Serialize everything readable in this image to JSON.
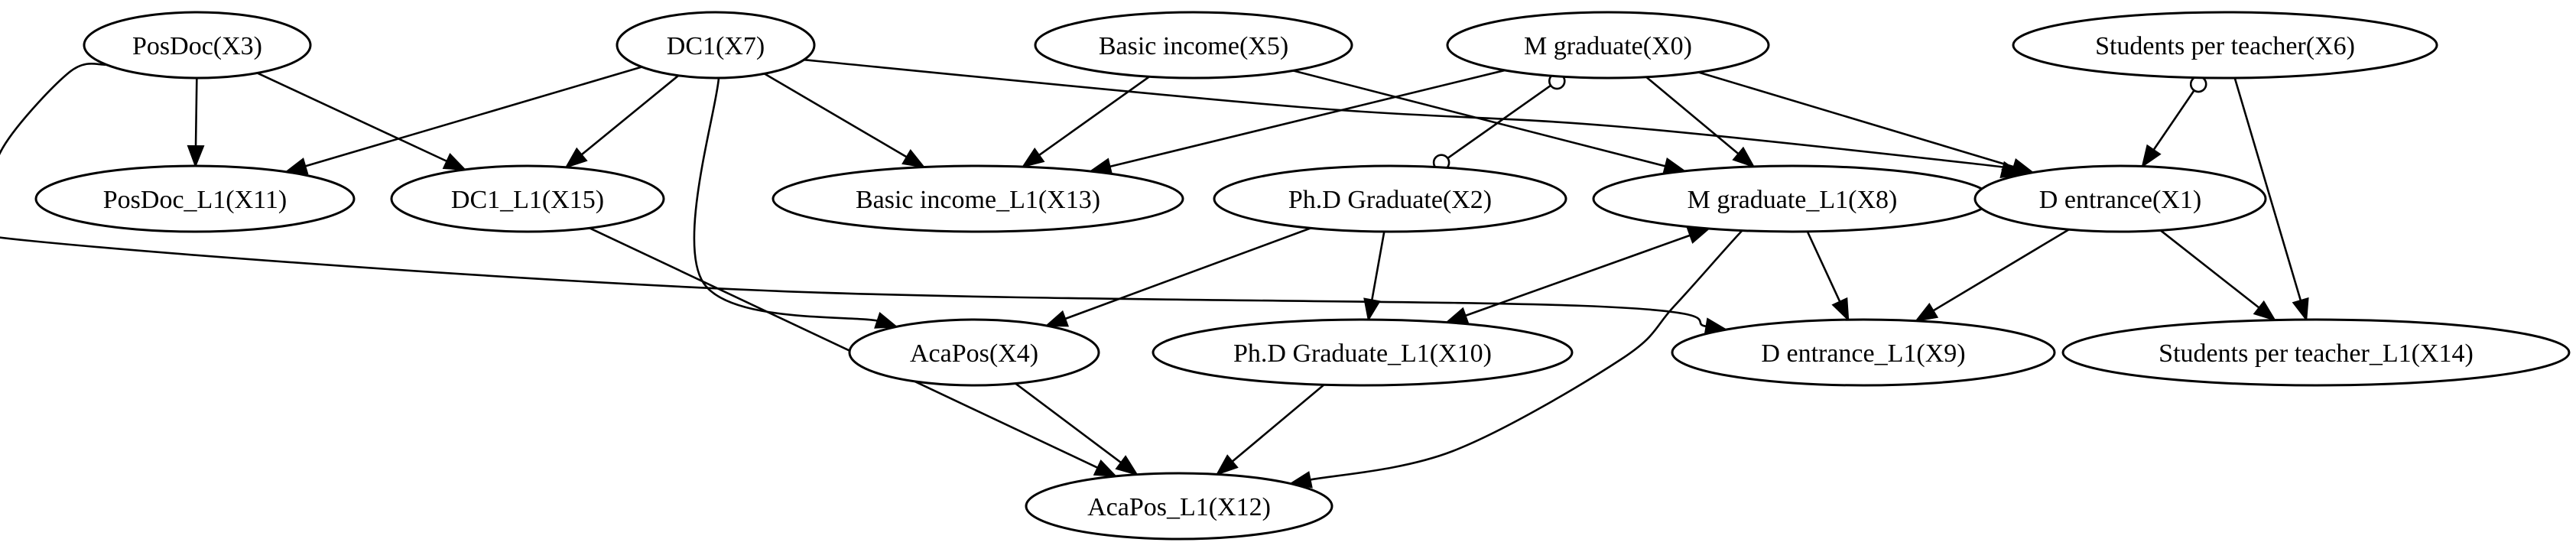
{
  "diagram": {
    "colors": {
      "stroke": "#000000",
      "fill": "#ffffff",
      "text": "#000000"
    },
    "nodes": [
      {
        "id": "X3",
        "label": "PosDoc(X3)"
      },
      {
        "id": "X7",
        "label": "DC1(X7)"
      },
      {
        "id": "X5",
        "label": "Basic income(X5)"
      },
      {
        "id": "X0",
        "label": "M graduate(X0)"
      },
      {
        "id": "X6",
        "label": "Students per teacher(X6)"
      },
      {
        "id": "X11",
        "label": "PosDoc_L1(X11)"
      },
      {
        "id": "X15",
        "label": "DC1_L1(X15)"
      },
      {
        "id": "X13",
        "label": "Basic income_L1(X13)"
      },
      {
        "id": "X2",
        "label": "Ph.D Graduate(X2)"
      },
      {
        "id": "X8",
        "label": "M graduate_L1(X8)"
      },
      {
        "id": "X1",
        "label": "D entrance(X1)"
      },
      {
        "id": "X4",
        "label": "AcaPos(X4)"
      },
      {
        "id": "X10",
        "label": "Ph.D Graduate_L1(X10)"
      },
      {
        "id": "X9",
        "label": "D entrance_L1(X9)"
      },
      {
        "id": "X14",
        "label": "Students per teacher_L1(X14)"
      },
      {
        "id": "X12",
        "label": "AcaPos_L1(X12)"
      }
    ],
    "edges": [
      {
        "from": "X3",
        "to": "X11",
        "tail": "none",
        "head": "arrow"
      },
      {
        "from": "X3",
        "to": "X15",
        "tail": "none",
        "head": "arrow"
      },
      {
        "from": "X3",
        "to": "X9",
        "tail": "none",
        "head": "arrow"
      },
      {
        "from": "X7",
        "to": "X11",
        "tail": "none",
        "head": "arrow"
      },
      {
        "from": "X7",
        "to": "X15",
        "tail": "none",
        "head": "arrow"
      },
      {
        "from": "X7",
        "to": "X13",
        "tail": "none",
        "head": "arrow"
      },
      {
        "from": "X7",
        "to": "X4",
        "tail": "none",
        "head": "arrow"
      },
      {
        "from": "X7",
        "to": "X1",
        "tail": "none",
        "head": "arrow"
      },
      {
        "from": "X5",
        "to": "X13",
        "tail": "none",
        "head": "arrow"
      },
      {
        "from": "X5",
        "to": "X8",
        "tail": "none",
        "head": "arrow"
      },
      {
        "from": "X0",
        "to": "X13",
        "tail": "none",
        "head": "arrow"
      },
      {
        "from": "X0",
        "to": "X2",
        "tail": "circle",
        "head": "circle"
      },
      {
        "from": "X0",
        "to": "X8",
        "tail": "none",
        "head": "arrow"
      },
      {
        "from": "X0",
        "to": "X1",
        "tail": "none",
        "head": "arrow"
      },
      {
        "from": "X6",
        "to": "X1",
        "tail": "circle",
        "head": "arrow"
      },
      {
        "from": "X6",
        "to": "X14",
        "tail": "none",
        "head": "arrow"
      },
      {
        "from": "X15",
        "to": "X12",
        "tail": "none",
        "head": "arrow"
      },
      {
        "from": "X2",
        "to": "X4",
        "tail": "none",
        "head": "arrow"
      },
      {
        "from": "X2",
        "to": "X10",
        "tail": "none",
        "head": "arrow"
      },
      {
        "from": "X8",
        "to": "X10",
        "tail": "arrow",
        "head": "arrow"
      },
      {
        "from": "X8",
        "to": "X9",
        "tail": "none",
        "head": "arrow"
      },
      {
        "from": "X8",
        "to": "X12",
        "tail": "arrow",
        "head": "arrow"
      },
      {
        "from": "X1",
        "to": "X9",
        "tail": "none",
        "head": "arrow"
      },
      {
        "from": "X1",
        "to": "X14",
        "tail": "none",
        "head": "arrow"
      },
      {
        "from": "X4",
        "to": "X12",
        "tail": "none",
        "head": "arrow"
      },
      {
        "from": "X10",
        "to": "X12",
        "tail": "none",
        "head": "arrow"
      }
    ]
  }
}
